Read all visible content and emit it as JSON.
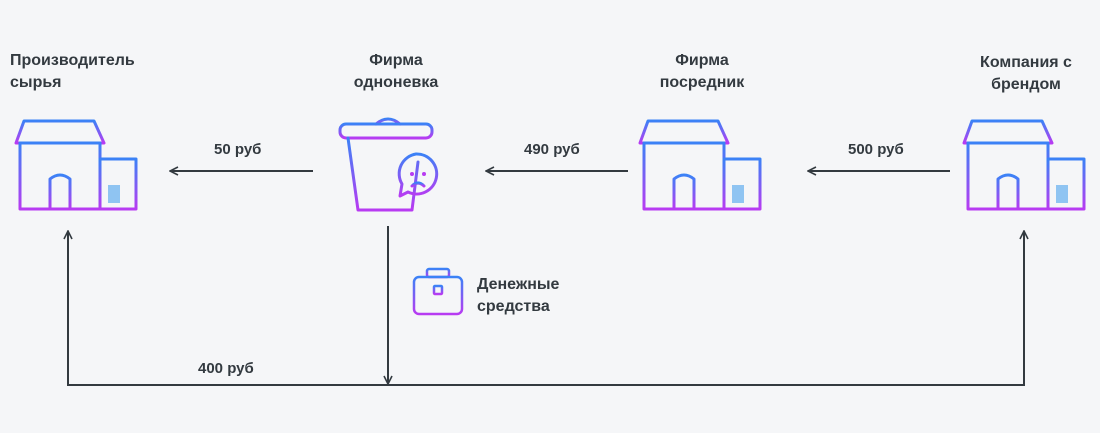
{
  "nodes": {
    "producer": {
      "title_line1": "Производитель",
      "title_line2": "сырья"
    },
    "shell": {
      "title_line1": "Фирма",
      "title_line2": "однoневка"
    },
    "broker": {
      "title_line1": "Фирма",
      "title_line2": "посредник"
    },
    "brand": {
      "title_line1": "Компания с",
      "title_line2": "брендом"
    }
  },
  "amounts": {
    "shell_to_producer": "50 руб",
    "broker_to_shell": "490 руб",
    "brand_to_broker": "500 руб",
    "bottom_loop": "400 руб"
  },
  "cash": {
    "line1": "Денежные",
    "line2": "средства"
  },
  "colors": {
    "stroke": "#333a40",
    "grad_top": "#3b82f6",
    "grad_bottom": "#b83bf2",
    "window": "#8fc4f2"
  }
}
